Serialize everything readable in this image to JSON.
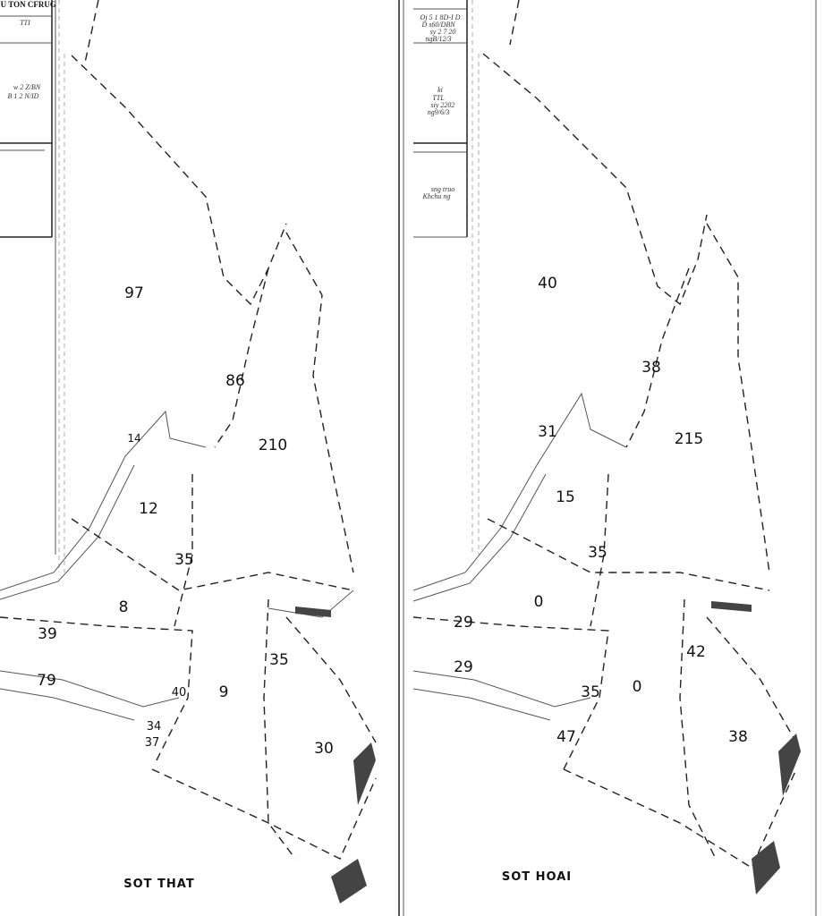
{
  "left_sheet": {
    "legend_header": "IU TON CFRUG",
    "legend_notes": [
      "TTI",
      "w 2 Z/BN",
      "B 1 2 N/ID"
    ],
    "parcels": [
      "97",
      "86",
      "210",
      "14",
      "12",
      "35",
      "8",
      "39",
      "79",
      "40",
      "9",
      "35",
      "34",
      "37",
      "30"
    ],
    "place_label": "SOT THAT"
  },
  "right_sheet": {
    "legend_notes": [
      "Oj 5 1 8D-I D",
      "D s60/DBN",
      "sy 2 7 20",
      "ngB/12/3",
      "ki",
      "TTL",
      "siy 2202",
      "ng9/6/3",
      "sng truo",
      "Khchu ng"
    ],
    "parcels": [
      "40",
      "38",
      "31",
      "215",
      "15",
      "35",
      "0",
      "29",
      "29",
      "35",
      "0",
      "42",
      "38",
      "47"
    ],
    "place_label": "SOT HOAI"
  },
  "colors": {
    "ink": "#222222",
    "paper": "#ffffff"
  }
}
